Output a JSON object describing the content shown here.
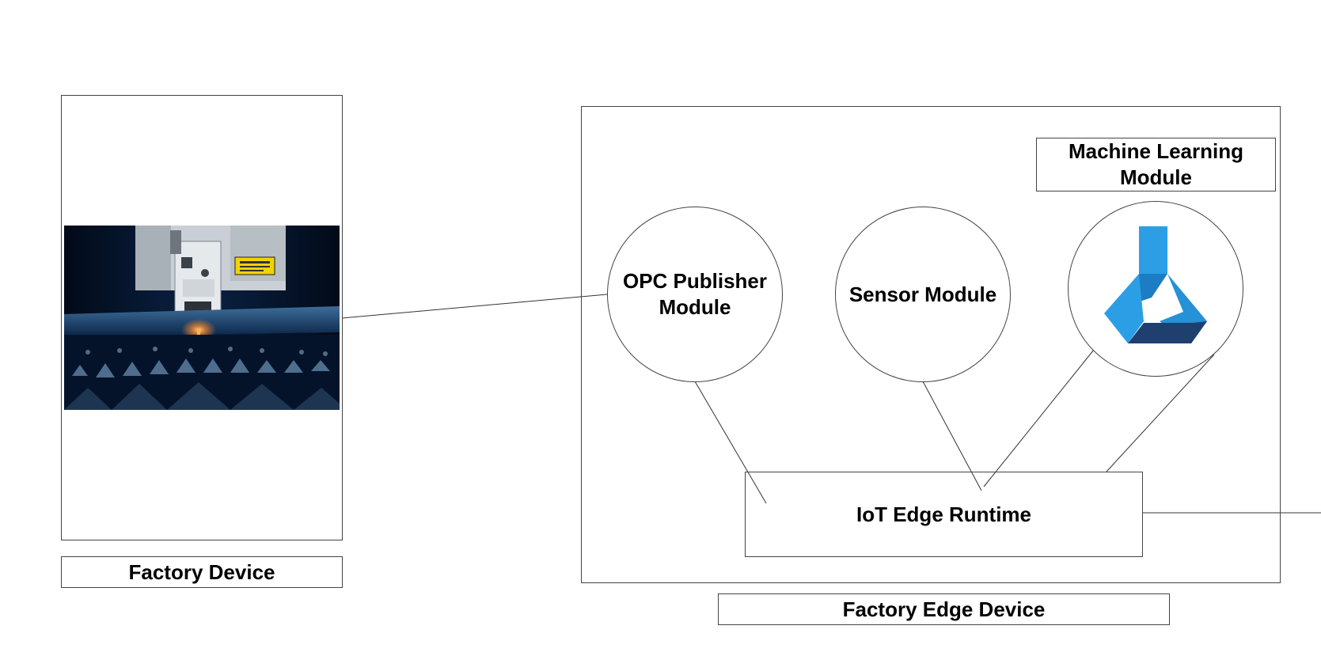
{
  "factory_device": {
    "label": "Factory Device",
    "photo_icon": "laser-cutting-machine-photo"
  },
  "edge_device": {
    "label": "Factory Edge Device",
    "modules": {
      "opc": "OPC Publisher Module",
      "sensor": "Sensor Module",
      "ml": "Machine Learning Module",
      "ml_icon": "azure-machine-learning-flask-icon"
    },
    "runtime": "IoT Edge Runtime"
  },
  "colors": {
    "ml_light_blue": "#2b9ee6",
    "ml_mid_blue": "#1c7cc4",
    "ml_dark_blue": "#1f3f6e",
    "photo_bg": "#04132a",
    "warning_label": "#f2d300"
  }
}
